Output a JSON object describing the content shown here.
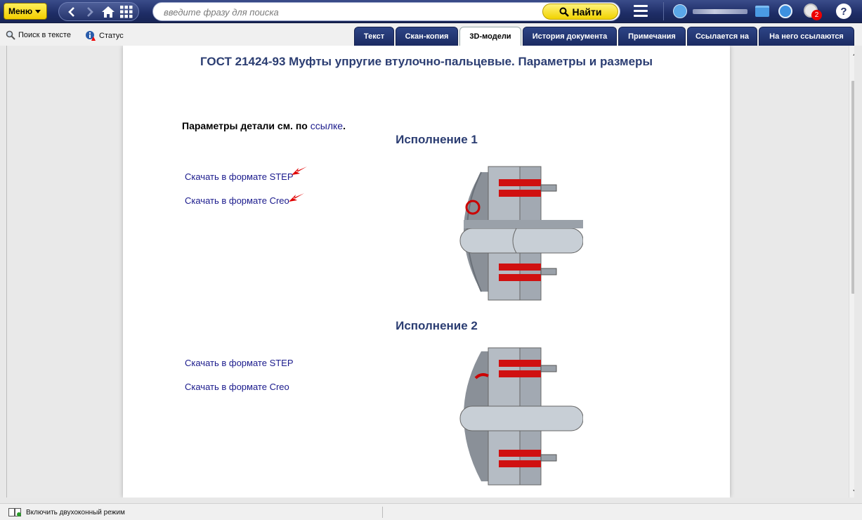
{
  "topbar": {
    "menu_label": "Меню",
    "search_placeholder": "введите фразу для поиска",
    "find_label": "Найти",
    "alerts_count": "2",
    "help_label": "?"
  },
  "subbar": {
    "search_in_text": "Поиск в тексте",
    "status": "Статус",
    "tabs": [
      {
        "label": "Текст"
      },
      {
        "label": "Скан-копия"
      },
      {
        "label": "3D-модели"
      },
      {
        "label": "История документа"
      },
      {
        "label": "Примечания"
      },
      {
        "label": "Ссылается на"
      },
      {
        "label": "На него ссылаются"
      }
    ],
    "active_tab": "3D-модели"
  },
  "document": {
    "title": "ГОСТ 21424-93 Муфты упругие втулочно-пальцевые. Параметры и размеры",
    "params_prefix": "Параметры детали см. по ",
    "params_link": "ссылке",
    "params_suffix": ".",
    "sections": [
      {
        "title": "Исполнение 1",
        "step_link": "Скачать в формате STEP",
        "creo_link": "Скачать в формате Creo"
      },
      {
        "title": "Исполнение 2",
        "step_link": "Скачать в формате STEP",
        "creo_link": "Скачать в формате Creo"
      }
    ]
  },
  "statusbar": {
    "dual_window": "Включить двухоконный режим"
  },
  "colors": {
    "toolbar": "#1e2d66",
    "accent_yellow": "#f2cf00",
    "title_blue": "#2b3d72",
    "link": "#1a1a8c",
    "arrow_red": "#e00000"
  },
  "icons": [
    "back-icon",
    "forward-icon",
    "home-icon",
    "grid-icon",
    "search-icon",
    "hamburger-icon",
    "user-icon",
    "folder-icon",
    "clock-icon",
    "alert-icon",
    "help-icon",
    "info-icon",
    "dual-window-icon"
  ]
}
